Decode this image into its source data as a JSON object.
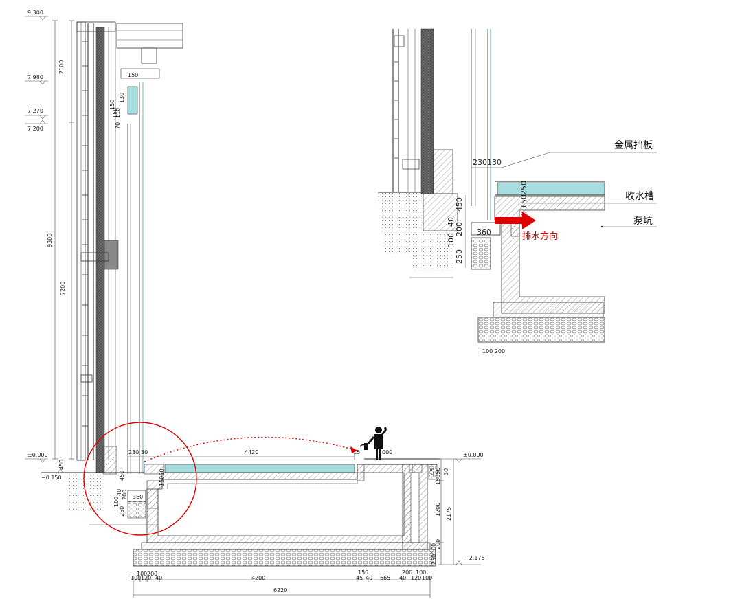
{
  "levels": {
    "l9300": "9.300",
    "l7980": "7.980",
    "l7270": "7.270",
    "l7200": "7.200",
    "l0": "±0.000",
    "l0150": "−0.150",
    "r0": "±0.000",
    "rm2175": "−2.175"
  },
  "vdims": {
    "d2100": "2100",
    "d9300": "9300",
    "d7200": "7200",
    "d450": "450",
    "d150a": "150",
    "d150b": "150",
    "d130": "130",
    "d70": "70",
    "d110": "110",
    "d150c": "150"
  },
  "mainSection": {
    "dim230": "230",
    "dim30": "30",
    "dim4420": "4420",
    "dim15": "15",
    "dim000": "000",
    "d450": "450",
    "d40": "40",
    "d200": "200",
    "d100": "100",
    "d250": "250",
    "d360": "360",
    "d15050": "15050",
    "r45": "45",
    "r15050": "15050",
    "r30": "30",
    "r1200": "1200",
    "r2175": "2175",
    "r100": "100",
    "r200": "200",
    "r250": "250"
  },
  "bottomDims": {
    "b100": "100",
    "b200": "200",
    "b100b": "100",
    "b120": "120",
    "b40": "40",
    "b4200": "4200",
    "b150": "150",
    "b45": "45",
    "b40b": "40",
    "b665": "665",
    "b200b": "200",
    "b100c": "100",
    "b40c": "40",
    "b120b": "120",
    "b100d": "100",
    "b6220": "6220"
  },
  "detail": {
    "dim230": "230",
    "dim130": "130",
    "d450": "450",
    "d40": "40",
    "d200": "200",
    "d100": "100",
    "d250": "250",
    "d360": "360",
    "d150": "150",
    "d250b": "250",
    "d150b": "150",
    "bottomCut": "100 200"
  },
  "callouts": {
    "metal_baffle": "金属挡板",
    "collection_trough": "收水槽",
    "sump_pit": "泵坑",
    "drain_direction": "排水方向"
  },
  "colors": {
    "water": "#a8dde0",
    "hatch": "#777777",
    "red": "#e00000",
    "wall": "#3a3a3a"
  }
}
